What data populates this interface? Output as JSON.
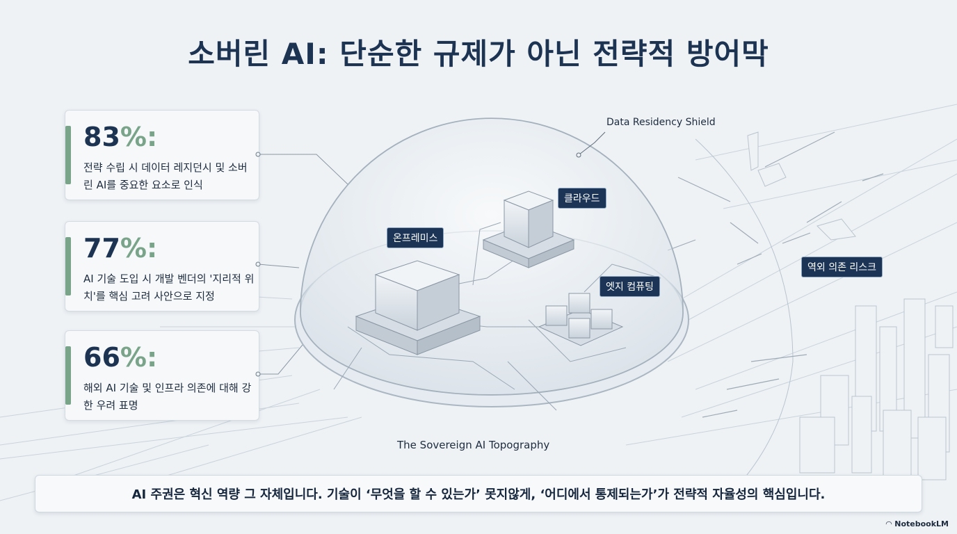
{
  "title": "소버린 AI: 단순한 규제가 아닌 전략적 방어막",
  "stats": [
    {
      "number": "83",
      "unit": "%:",
      "text": "전략 수립 시 데이터 레지던시 및 소버린 AI를 중요한 요소로 인식"
    },
    {
      "number": "77",
      "unit": "%:",
      "text": "AI 기술 도입 시 개발 벤더의 '지리적 위치'를 핵심 고려 사안으로 지정"
    },
    {
      "number": "66",
      "unit": "%:",
      "text": "해외 AI 기술 및 인프라 의존에 대해 강한 우려 표명"
    }
  ],
  "diagram": {
    "shield_label": "Data Residency Shield",
    "cloud_label": "클라우드",
    "onprem_label": "온프레미스",
    "edge_label": "엣지 컴퓨팅",
    "risk_label": "역외 의존 리스크",
    "caption": "The Sovereign AI Topography"
  },
  "footer": "AI 주권은 혁신 역량 그 자체입니다. 기술이 ‘무엇을 할 수 있는가’ 못지않게, ‘어디에서 통제되는가’가 전략적 자율성의 핵심입니다.",
  "brand": "NotebookLM",
  "colors": {
    "navy": "#1d3352",
    "accent_green": "#7aa48a",
    "label_bg": "#1c3557"
  }
}
